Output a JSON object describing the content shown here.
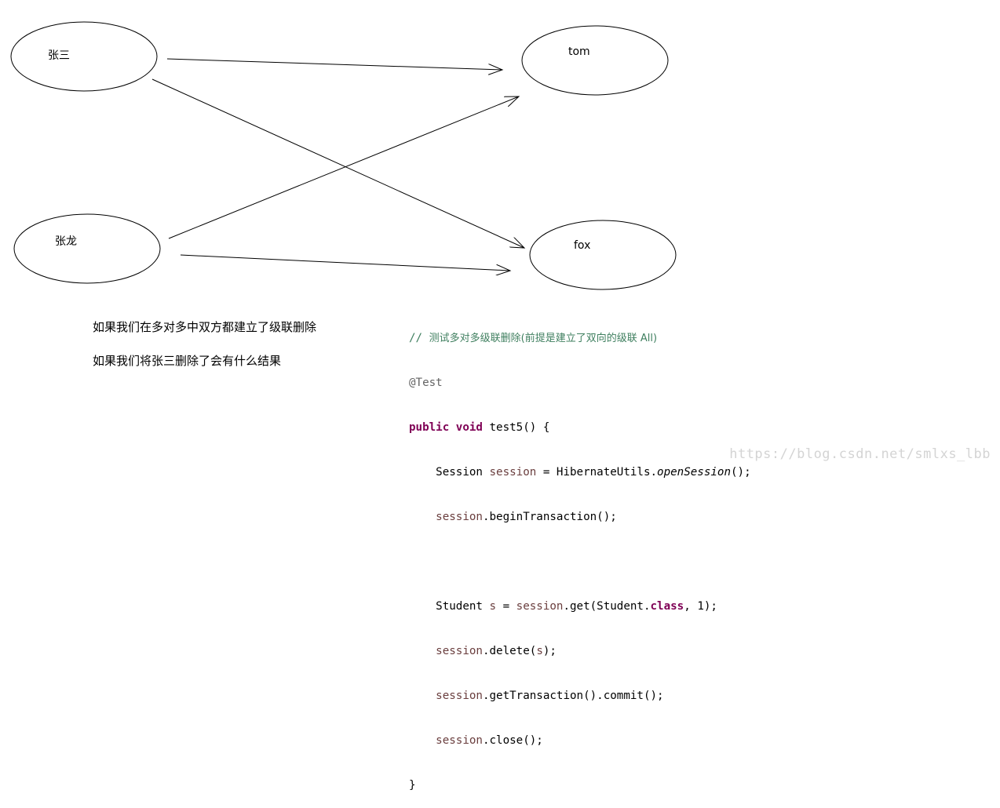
{
  "nodes": {
    "zhangsan": "张三",
    "zhanglong": "张龙",
    "tom": "tom",
    "fox": "fox"
  },
  "questions": {
    "line1": "如果我们在多对多中双方都建立了级联删除",
    "line2": "如果我们将张三删除了会有什么结果"
  },
  "code": {
    "comment_prefix": "// ",
    "comment_text": "测试多对多级联删除(前提是建立了双向的级联 All)",
    "annotation": "@Test",
    "kw_public": "public",
    "kw_void": "void",
    "method_sig": " test5() {",
    "l3_indent": "    Session ",
    "l3_var": "session",
    "l3_mid": " = HibernateUtils.",
    "l3_call": "openSession",
    "l3_end": "();",
    "l4_var": "session",
    "l4_end": ".beginTransaction();",
    "l6_indent": "    Student ",
    "l6_var": "s",
    "l6_mid": " = ",
    "l6_var2": "session",
    "l6_mid2": ".get(Student.",
    "l6_kw": "class",
    "l6_end": ", 1);",
    "l7_var": "session",
    "l7_mid": ".delete(",
    "l7_arg": "s",
    "l7_end": ");",
    "l8_var": "session",
    "l8_end": ".getTransaction().commit();",
    "l9_var": "session",
    "l9_end": ".close();",
    "closing": "}"
  },
  "watermark": "https://blog.csdn.net/smlxs_lbb"
}
